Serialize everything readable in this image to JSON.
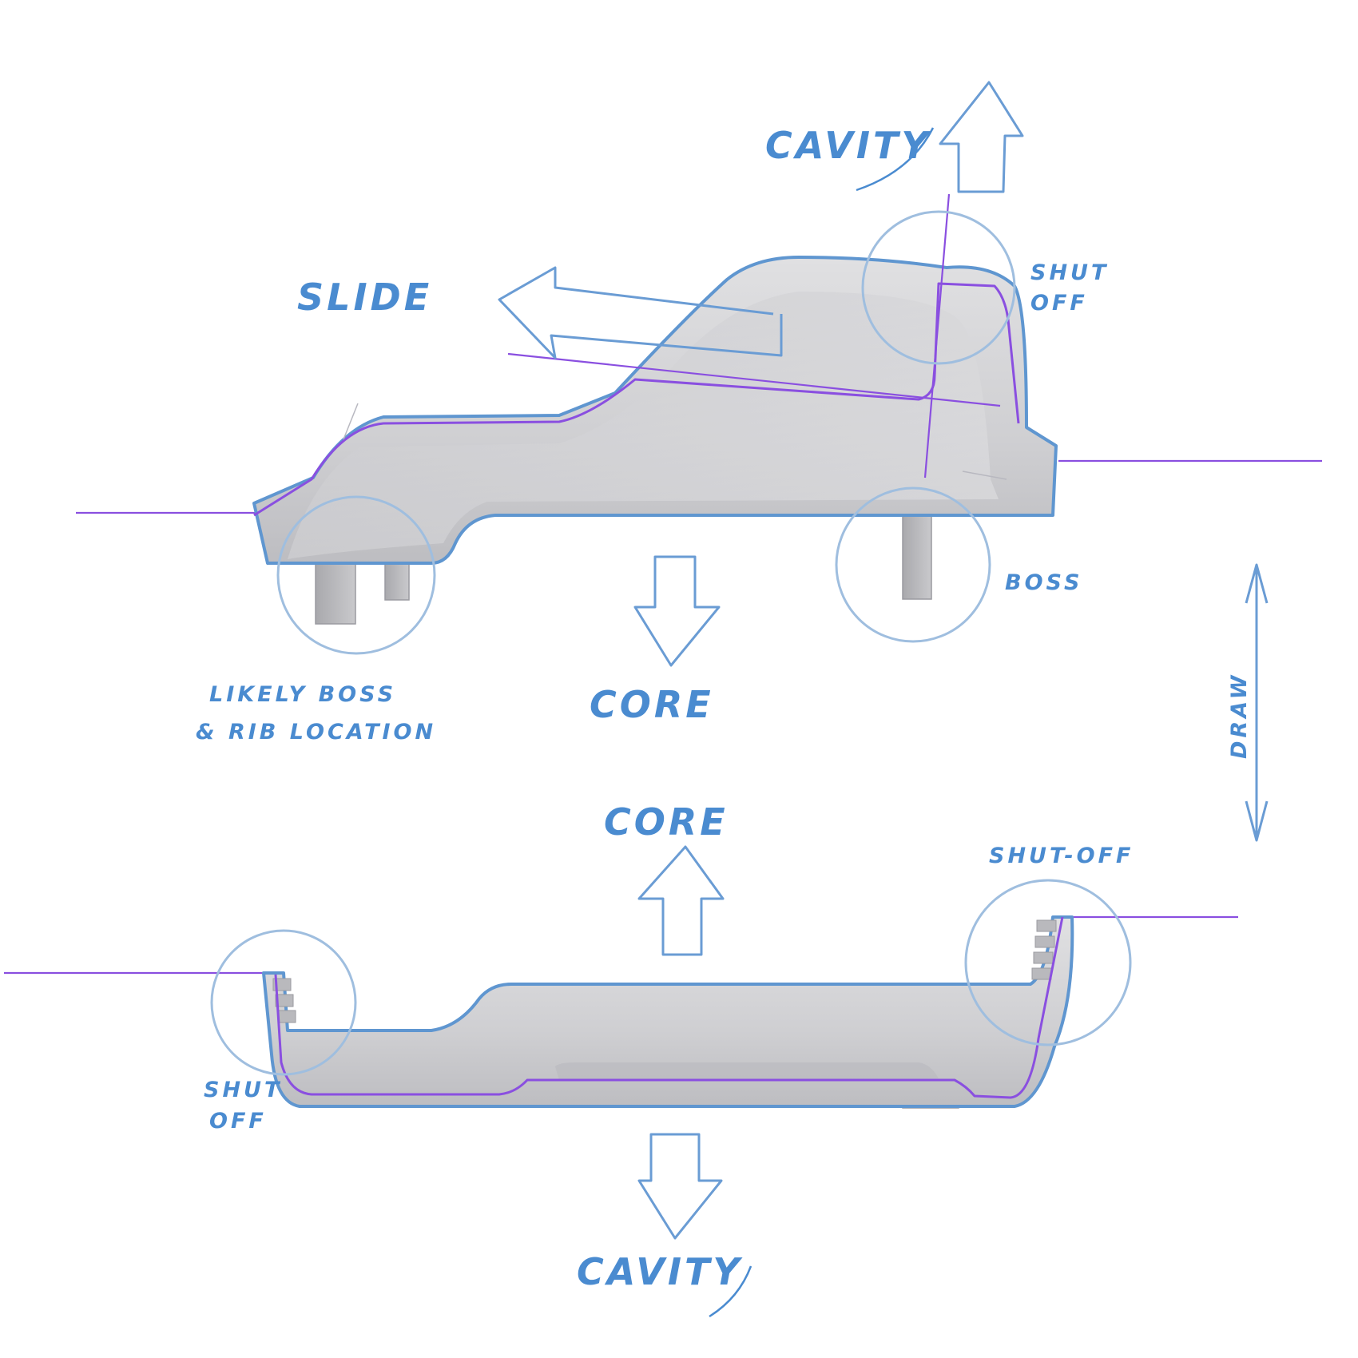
{
  "labels": {
    "cavity_top": "CAVITY",
    "slide": "SLIDE",
    "shut_off_top_1": "SHUT",
    "shut_off_top_2": "OFF",
    "boss_right": "BOSS",
    "likely_boss_1": "LIKELY BOSS",
    "likely_boss_2": "& RIB LOCATION",
    "core_top_part": "CORE",
    "draw": "DRAW",
    "core_bottom_part": "CORE",
    "shut_off_right": "SHUT-OFF",
    "shut_off_left_1": "SHUT",
    "shut_off_left_2": "OFF",
    "cavity_bottom": "CAVITY"
  },
  "colors": {
    "label": "#4a8bd0",
    "outline": "#5f96d0",
    "parting_line": "#8a4fe0",
    "part_fill": "#d6d6d9",
    "circle": "#9fbedf"
  }
}
